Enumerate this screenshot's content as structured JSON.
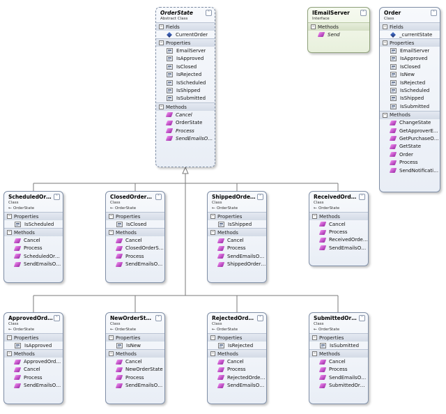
{
  "classes": {
    "orderstate": {
      "name": "OrderState",
      "stereotype": "Abstract Class",
      "fields_label": "Fields",
      "fields": [
        "CurrentOrder"
      ],
      "properties_label": "Properties",
      "properties": [
        "EmailServer",
        "IsApproved",
        "IsClosed",
        "IsRejected",
        "IsScheduled",
        "IsShipped",
        "IsSubmitted"
      ],
      "methods_label": "Methods",
      "methods": [
        "Cancel",
        "OrderState",
        "Process",
        "SendEmailsOnStat..."
      ]
    },
    "iemailserver": {
      "name": "IEmailServer",
      "stereotype": "Interface",
      "methods_label": "Methods",
      "methods": [
        "Send"
      ]
    },
    "order": {
      "name": "Order",
      "stereotype": "Class",
      "fields_label": "Fields",
      "fields": [
        "_currentState"
      ],
      "properties_label": "Properties",
      "properties": [
        "EmailServer",
        "IsApproved",
        "IsClosed",
        "IsNew",
        "IsRejected",
        "IsScheduled",
        "IsShipped",
        "IsSubmitted"
      ],
      "methods_label": "Methods",
      "methods": [
        "ChangeState",
        "GetApproverE...",
        "GetPurchaseOr...",
        "GetState",
        "Order",
        "Process",
        "SendNotificatio..."
      ]
    },
    "scheduled": {
      "name": "ScheduledOrder...",
      "stereotype": "Class",
      "base": "OrderState",
      "properties_label": "Properties",
      "properties": [
        "IsScheduled"
      ],
      "methods_label": "Methods",
      "methods": [
        "Cancel",
        "Process",
        "ScheduledOrde...",
        "SendEmailsOnS..."
      ]
    },
    "closed": {
      "name": "ClosedOrderState",
      "stereotype": "Class",
      "base": "OrderState",
      "properties_label": "Properties",
      "properties": [
        "IsClosed"
      ],
      "methods_label": "Methods",
      "methods": [
        "Cancel",
        "ClosedOrderSta...",
        "Process",
        "SendEmailsOnS..."
      ]
    },
    "shipped": {
      "name": "ShippedOrderSt...",
      "stereotype": "Class",
      "base": "OrderState",
      "properties_label": "Properties",
      "properties": [
        "IsShipped"
      ],
      "methods_label": "Methods",
      "methods": [
        "Cancel",
        "Process",
        "SendEmailsOnS...",
        "ShippedOrderS..."
      ]
    },
    "received": {
      "name": "ReceivedOrderS...",
      "stereotype": "Class",
      "base": "OrderState",
      "methods_label": "Methods",
      "methods": [
        "Cancel",
        "Process",
        "ReceivedOrder...",
        "SendEmailsOnS..."
      ]
    },
    "approved": {
      "name": "ApprovedOrder...",
      "stereotype": "Class",
      "base": "OrderState",
      "properties_label": "Properties",
      "properties": [
        "IsApproved"
      ],
      "methods_label": "Methods",
      "methods": [
        "ApprovedOrder...",
        "Cancel",
        "Process",
        "SendEmailsOnS..."
      ]
    },
    "neworder": {
      "name": "NewOrderState",
      "stereotype": "Class",
      "base": "OrderState",
      "properties_label": "Properties",
      "properties": [
        "IsNew"
      ],
      "methods_label": "Methods",
      "methods": [
        "Cancel",
        "NewOrderState",
        "Process",
        "SendEmailsOnS..."
      ]
    },
    "rejected": {
      "name": "RejectedOrderSt...",
      "stereotype": "Class",
      "base": "OrderState",
      "properties_label": "Properties",
      "properties": [
        "IsRejected"
      ],
      "methods_label": "Methods",
      "methods": [
        "Cancel",
        "Process",
        "RejectedOrderS...",
        "SendEmailsOnS..."
      ]
    },
    "submitted": {
      "name": "SubmittedOrder...",
      "stereotype": "Class",
      "base": "OrderState",
      "properties_label": "Properties",
      "properties": [
        "IsSubmitted"
      ],
      "methods_label": "Methods",
      "methods": [
        "Cancel",
        "Process",
        "SendEmailsOnS...",
        "SubmittedOrde..."
      ]
    }
  },
  "italic_methods": {
    "orderstate": [
      "Cancel",
      "Process",
      "SendEmailsOnStat..."
    ],
    "iemailserver": [
      "Send"
    ]
  },
  "colors": {
    "border": "#7f8ea6",
    "connector": "#7a7a7a"
  }
}
